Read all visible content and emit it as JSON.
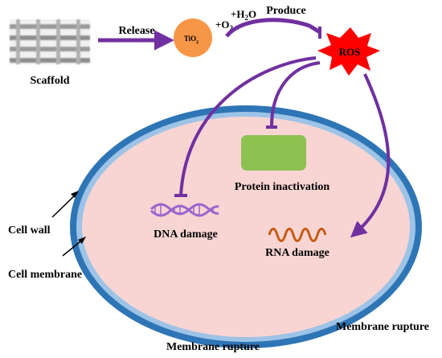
{
  "labels": {
    "scaffold": "Scaffold",
    "release": "Release",
    "tio2": "TiO",
    "tio2_sub": "2",
    "plus_o2": "+O",
    "plus_o2_sub": "2",
    "plus_h2o": "+H",
    "plus_h2o_sub": "2",
    "plus_h2o_tail": "O",
    "produce": "Produce",
    "ros": "ROS",
    "protein_inactivation": "Protein inactivation",
    "dna_damage": "DNA damage",
    "rna_damage": "RNA damage",
    "cell_wall": "Cell wall",
    "cell_membrane": "Cell membrane",
    "membrane_rupture_bottom": "Membrane rupture",
    "membrane_rupture_right": "Membrane rupture"
  },
  "colors": {
    "cell_wall": "#2E75B6",
    "cell_membrane": "#9DC3E6",
    "cytoplasm": "#F8D5D3",
    "arrow": "#7030A0",
    "tio2_particle": "#F79646",
    "ros_burst": "#FF0000",
    "protein": "#8DC150",
    "dna_strand": "#9966CC",
    "rna_strand": "#C55A11"
  }
}
